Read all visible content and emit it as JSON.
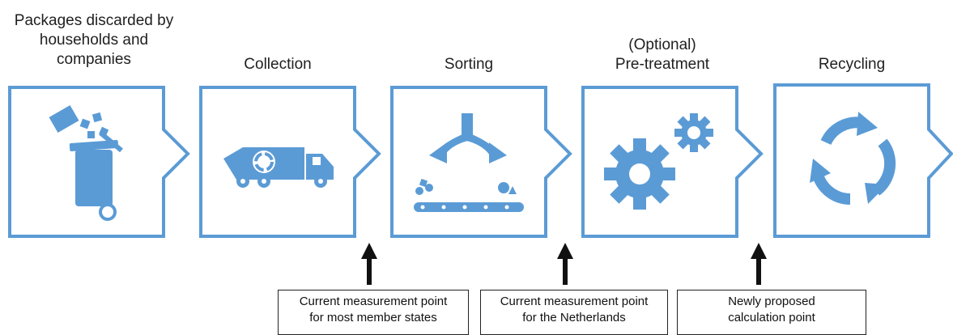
{
  "stages": [
    {
      "id": "packages",
      "title_lines": [
        "Packages discarded by",
        "households and",
        "companies"
      ],
      "icon": "trash-bin-icon"
    },
    {
      "id": "collection",
      "title_lines": [
        "Collection"
      ],
      "icon": "garbage-truck-icon"
    },
    {
      "id": "sorting",
      "title_lines": [
        "Sorting"
      ],
      "icon": "sorting-conveyor-icon"
    },
    {
      "id": "pretreatment",
      "title_lines": [
        "(Optional)",
        "Pre-treatment"
      ],
      "icon": "gears-icon"
    },
    {
      "id": "recycling",
      "title_lines": [
        "Recycling"
      ],
      "icon": "recycle-arrows-icon"
    }
  ],
  "measurement_points": [
    {
      "lines": [
        "Current measurement point",
        "for most member states"
      ]
    },
    {
      "lines": [
        "Current measurement point",
        "for the Netherlands"
      ]
    },
    {
      "lines": [
        "Newly proposed",
        "calculation point"
      ]
    }
  ],
  "colors": {
    "accent": "#5b9bd5",
    "border": "#5b9bd5",
    "arrow": "#111111"
  }
}
